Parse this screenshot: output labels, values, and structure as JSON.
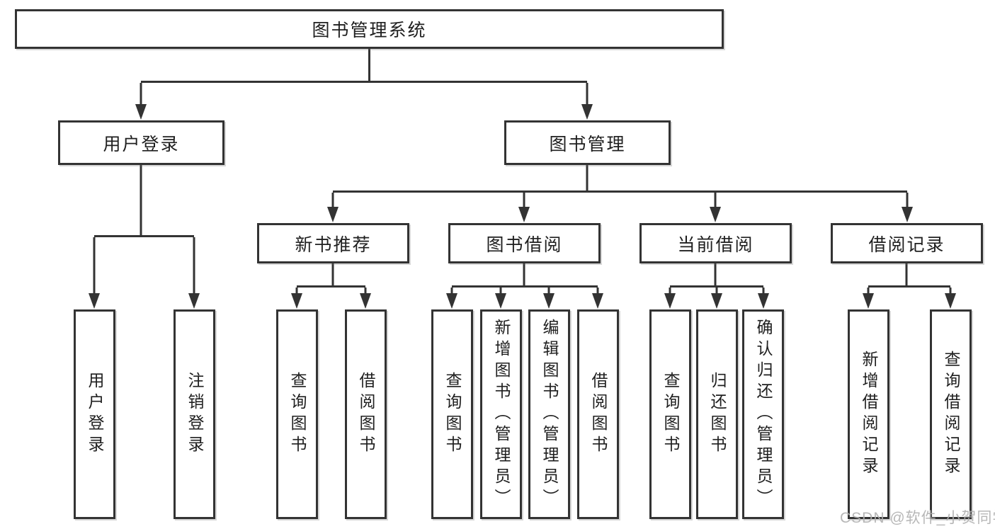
{
  "diagram": {
    "title": "图书管理系统",
    "level2": [
      {
        "label": "用户登录",
        "parent": "图书管理系统"
      },
      {
        "label": "图书管理",
        "parent": "图书管理系统"
      }
    ],
    "level3": [
      {
        "label": "新书推荐",
        "parent": "图书管理"
      },
      {
        "label": "图书借阅",
        "parent": "图书管理"
      },
      {
        "label": "当前借阅",
        "parent": "图书管理"
      },
      {
        "label": "借阅记录",
        "parent": "图书管理"
      }
    ],
    "level4": [
      {
        "label": "用户登录",
        "parent": "用户登录"
      },
      {
        "label": "注销登录",
        "parent": "用户登录"
      },
      {
        "label": "查询图书",
        "parent": "新书推荐"
      },
      {
        "label": "借阅图书",
        "parent": "新书推荐"
      },
      {
        "label": "查询图书",
        "parent": "图书借阅"
      },
      {
        "label": "新增图书（管理员）",
        "parent": "图书借阅"
      },
      {
        "label": "编辑图书（管理员）",
        "parent": "图书借阅"
      },
      {
        "label": "借阅图书",
        "parent": "图书借阅"
      },
      {
        "label": "查询图书",
        "parent": "当前借阅"
      },
      {
        "label": "归还图书",
        "parent": "当前借阅"
      },
      {
        "label": "确认归还（管理员）",
        "parent": "当前借阅"
      },
      {
        "label": "新增借阅记录",
        "parent": "借阅记录"
      },
      {
        "label": "查询借阅记录",
        "parent": "借阅记录"
      }
    ]
  },
  "watermark": "CSDN @软件_小贺同学",
  "colors": {
    "line": "#333333",
    "text": "#1f1f1f",
    "watermark": "#b0b0b0",
    "background": "#ffffff"
  }
}
